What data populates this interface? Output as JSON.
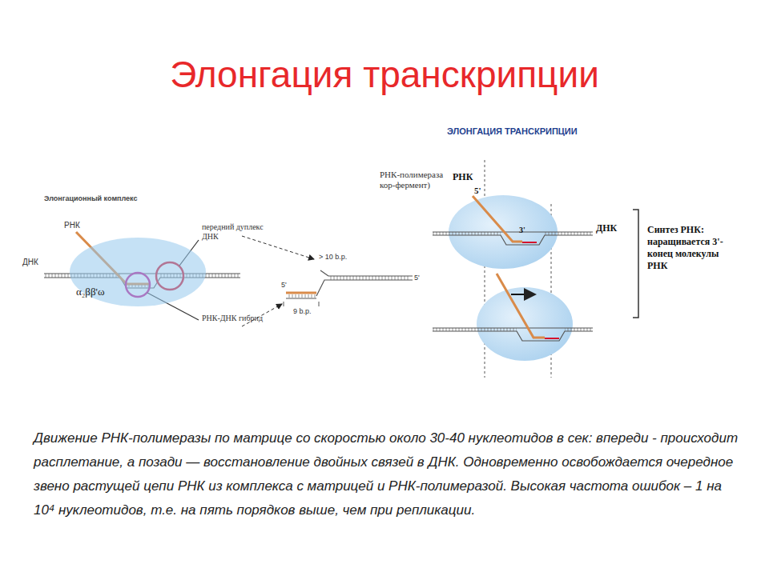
{
  "diagram": {
    "title": "Элонгация транскрипции",
    "caption": "Движение РНК-полимеразы по матрице  со скоростью около 30-40 нуклеотидов в сек: впереди - происходит расплетание, а позади — восстановление двойных связей  в ДНК. Одновременно освобождается очередное звено растущей цепи РНК из комплекса с матрицей и РНК-полимеразой. Высокая частота ошибок – 1 на 10⁴ нуклеотидов, т.е. на пять порядков выше, чем при репликации.",
    "nodes": [
      {
        "text": [
          "α₂ββ'ω"
        ]
      }
    ],
    "labels": [
      "Элонгационный комплекс",
      "РНК",
      "ДНК",
      "передний дуплекс ДНК",
      "РНК-ДНК гибрид",
      "> 10 b.p.",
      "5'",
      "5'",
      "9 b.p.",
      "ЭЛОНГАЦИЯ ТРАНСКРИПЦИИ",
      "РНК-полимераза кор-фермент)",
      "РНК",
      "5'",
      "3'",
      "ДНК",
      "Синтез РНК: наращивается 3'- конец молекулы РНК"
    ]
  }
}
